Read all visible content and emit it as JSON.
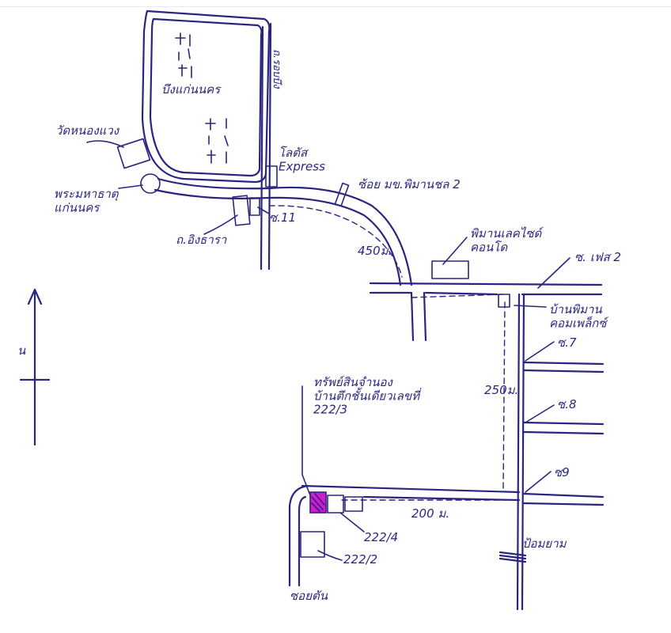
{
  "colors": {
    "ink": "#2a2580",
    "highlight": "#d21bd0",
    "paper": "#ffffff"
  },
  "compass": {
    "north_label": "น"
  },
  "labels": {
    "bueng_kaen_nakhon": "บึงแก่นนคร",
    "wat_nong_waeng": "วัดหนองแวง",
    "phra_mahathat": "พระมหาธาตุ\nแก่นนคร",
    "soi_robbueng": "ถ.รอบบึง",
    "lotus_express": "โลตัส\nExpress",
    "rueng_uthai": "ถ.อิงธารา",
    "sa11": "ซ.11",
    "pimarn_chon2": "ซ้อย มข.พิมานชล 2",
    "distance_450": "450ม.",
    "pimarn_condo": "พิมานเลคไซด์\nคอนโด",
    "soi_phase2": "ซ. เฟส 2",
    "ban_pimarn": "บ้านพิมาน\nคอมเพล็กซ์",
    "soi7": "ซ.7",
    "soi8": "ซ.8",
    "soi9": "ซ9",
    "distance_250": "250ม.",
    "property": "ทรัพย์สินจำนอง\nบ้านตึกชั้นเดียวเลขที่\n222/3",
    "distance_200": "200 ม.",
    "house_2224": "222/4",
    "house_2222": "222/2",
    "soi_tan": "ซอยตัน",
    "pong_sam": "ป้อมยาม"
  }
}
